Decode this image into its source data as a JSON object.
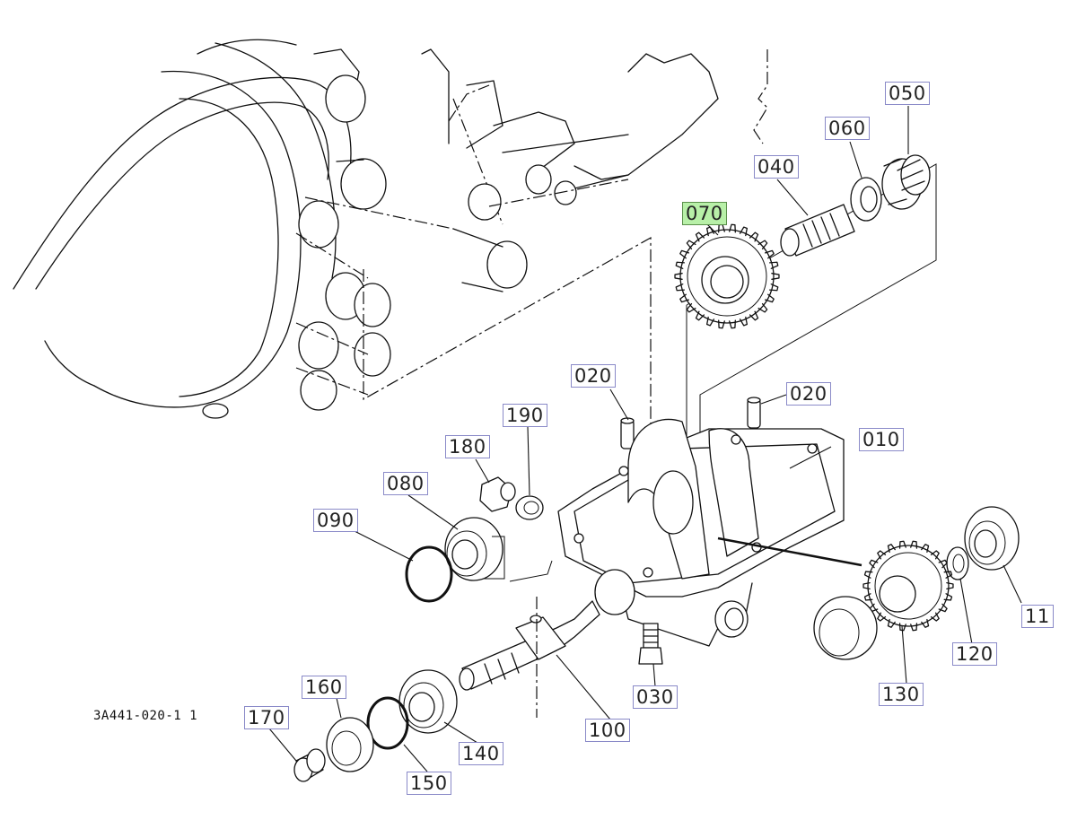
{
  "diagram": {
    "drawing_code": "3A441-020-1 1",
    "highlight_color": "#b8f0a8",
    "parts": [
      {
        "id": "p010",
        "label": "010",
        "highlighted": false
      },
      {
        "id": "p020a",
        "label": "020",
        "highlighted": false
      },
      {
        "id": "p020b",
        "label": "020",
        "highlighted": false
      },
      {
        "id": "p030",
        "label": "030",
        "highlighted": false
      },
      {
        "id": "p040",
        "label": "040",
        "highlighted": false
      },
      {
        "id": "p050",
        "label": "050",
        "highlighted": false
      },
      {
        "id": "p060",
        "label": "060",
        "highlighted": false
      },
      {
        "id": "p070",
        "label": "070",
        "highlighted": true
      },
      {
        "id": "p080",
        "label": "080",
        "highlighted": false
      },
      {
        "id": "p090",
        "label": "090",
        "highlighted": false
      },
      {
        "id": "p100",
        "label": "100",
        "highlighted": false
      },
      {
        "id": "p110",
        "label": "11",
        "highlighted": false
      },
      {
        "id": "p120",
        "label": "120",
        "highlighted": false
      },
      {
        "id": "p130",
        "label": "130",
        "highlighted": false
      },
      {
        "id": "p140",
        "label": "140",
        "highlighted": false
      },
      {
        "id": "p150",
        "label": "150",
        "highlighted": false
      },
      {
        "id": "p160",
        "label": "160",
        "highlighted": false
      },
      {
        "id": "p170",
        "label": "170",
        "highlighted": false
      },
      {
        "id": "p180",
        "label": "180",
        "highlighted": false
      },
      {
        "id": "p190",
        "label": "190",
        "highlighted": false
      }
    ]
  }
}
